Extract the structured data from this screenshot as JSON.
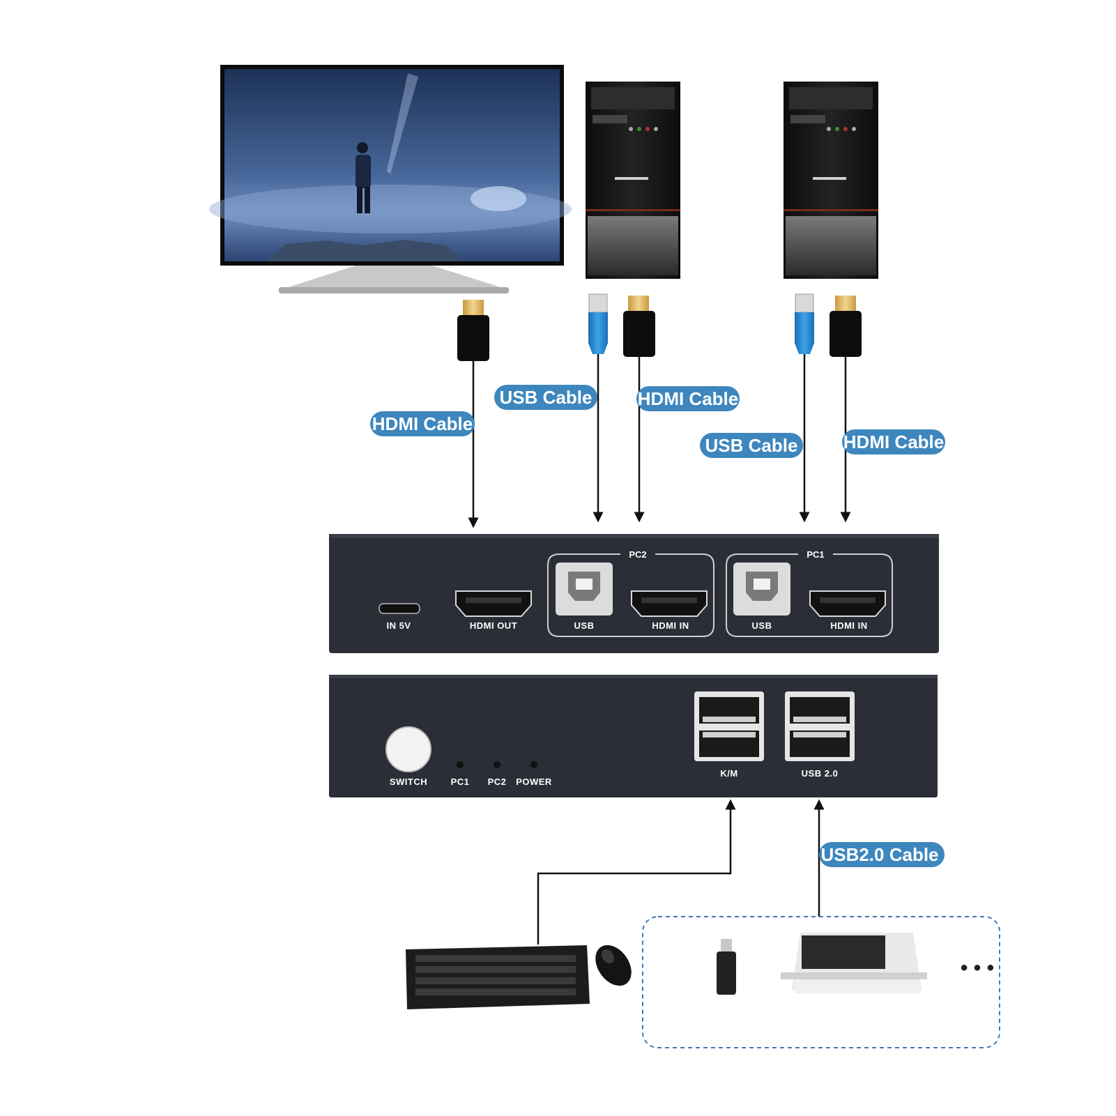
{
  "cables": {
    "monitor_hdmi": "HDMI Cable",
    "pc2_usb": "USB Cable",
    "pc2_hdmi": "HDMI Cable",
    "pc1_usb": "USB Cable",
    "pc1_hdmi": "HDMI Cable",
    "usb2": "USB2.0 Cable"
  },
  "back_panel": {
    "power_in": "IN 5V",
    "hdmi_out": "HDMI OUT",
    "pc2_group": "PC2",
    "pc1_group": "PC1",
    "pc2_usb": "USB",
    "pc2_hdmi_in": "HDMI IN",
    "pc1_usb": "USB",
    "pc1_hdmi_in": "HDMI IN"
  },
  "front_panel": {
    "switch": "SWITCH",
    "led_pc1": "PC1",
    "led_pc2": "PC2",
    "led_power": "POWER",
    "km_ports": "K/M",
    "usb_ports": "USB 2.0"
  },
  "peripherals": {
    "more": "• • •"
  },
  "colors": {
    "pill": "#3d86be",
    "device": "#2b2e36",
    "usb_blue": "#2f8fd6",
    "hdmi_gold": "#e0bb6a"
  }
}
